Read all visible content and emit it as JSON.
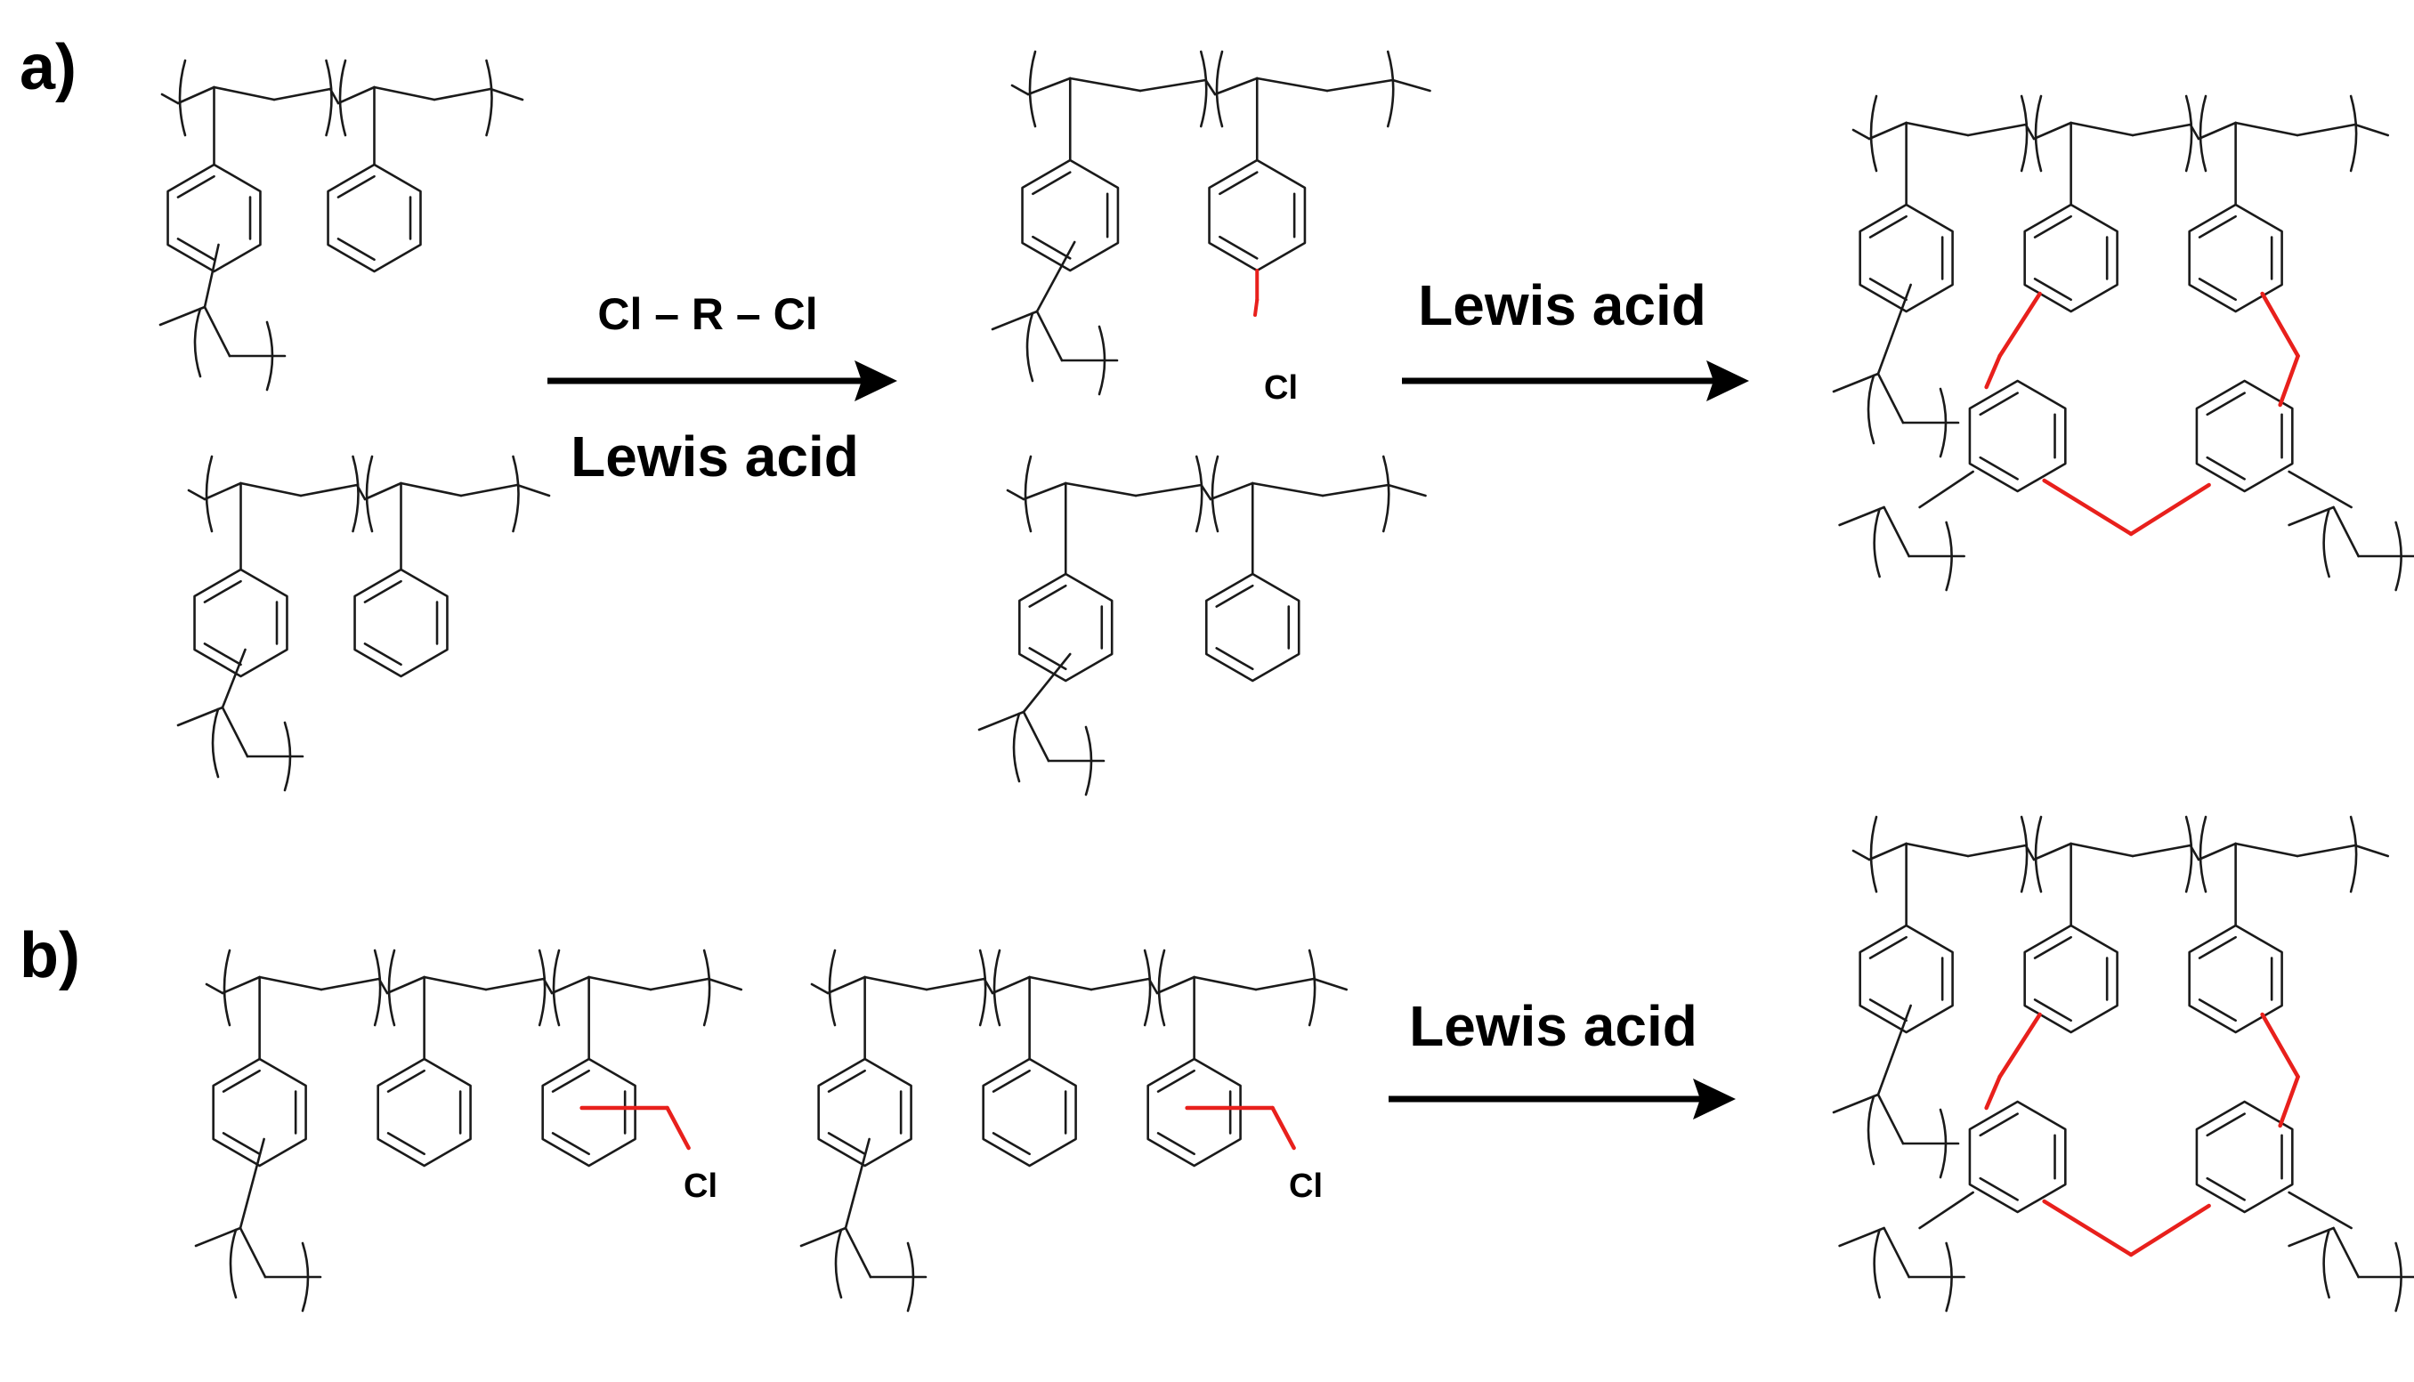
{
  "figure": {
    "panel_labels": [
      "a)",
      "b)"
    ],
    "reaction_a": {
      "step1_reagent": "Cl – R – Cl",
      "step1_catalyst": "Lewis acid",
      "step2_catalyst": "Lewis acid"
    },
    "reaction_b": {
      "catalyst": "Lewis acid"
    },
    "atom_label": "Cl",
    "colors": {
      "backbone": "#1a1a1a",
      "new_bonds": "#e8201c"
    }
  }
}
